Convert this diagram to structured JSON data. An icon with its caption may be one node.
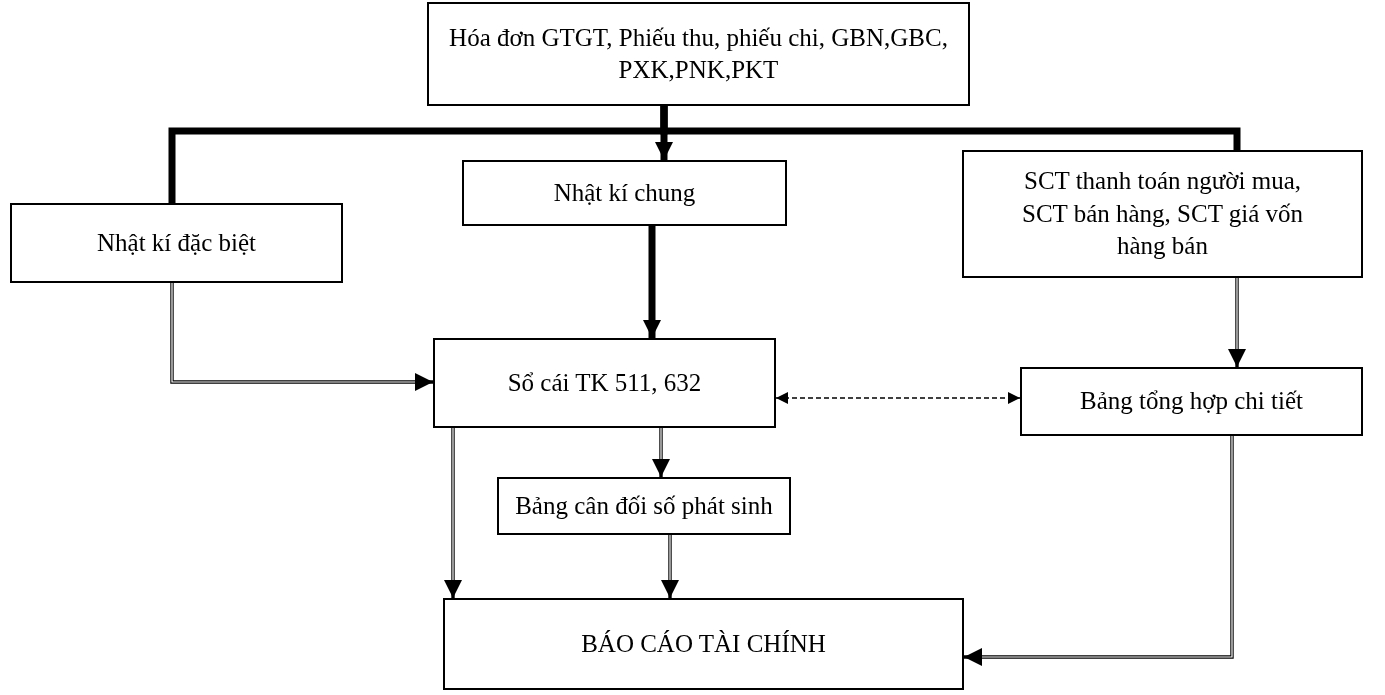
{
  "diagram": {
    "nodes": [
      {
        "text": [
          "Hóa đơn GTGT, Phiếu thu, phiếu chi, GBN,GBC, PXK,PNK,PKT"
        ]
      },
      {
        "text": [
          "Nhật kí đặc biệt"
        ]
      },
      {
        "text": [
          "Nhật kí chung"
        ]
      },
      {
        "text": [
          "SCT thanh toán người mua, SCT bán hàng, SCT giá vốn hàng bán"
        ]
      },
      {
        "text": [
          "Sổ cái TK 511, 632"
        ]
      },
      {
        "text": [
          "Bảng tổng hợp chi tiết"
        ]
      },
      {
        "text": [
          "Bảng cân đối số phát sinh"
        ]
      },
      {
        "text": [
          "BÁO CÁO TÀI CHÍNH"
        ]
      }
    ],
    "edges": [
      {
        "from": 0,
        "to": 1,
        "arrow": "none",
        "style": "thick"
      },
      {
        "from": 0,
        "to": 2,
        "arrow": "to",
        "style": "thick"
      },
      {
        "from": 0,
        "to": 3,
        "arrow": "none",
        "style": "thick"
      },
      {
        "from": 1,
        "to": 4,
        "arrow": "to"
      },
      {
        "from": 2,
        "to": 4,
        "arrow": "to",
        "style": "thick"
      },
      {
        "from": 3,
        "to": 5,
        "arrow": "to"
      },
      {
        "from": 4,
        "to": 5,
        "arrow": "both",
        "style": "dashed"
      },
      {
        "from": 4,
        "to": 6,
        "arrow": "to"
      },
      {
        "from": 4,
        "to": 7,
        "arrow": "to"
      },
      {
        "from": 6,
        "to": 7,
        "arrow": "to"
      },
      {
        "from": 5,
        "to": 7,
        "arrow": "to"
      }
    ]
  }
}
